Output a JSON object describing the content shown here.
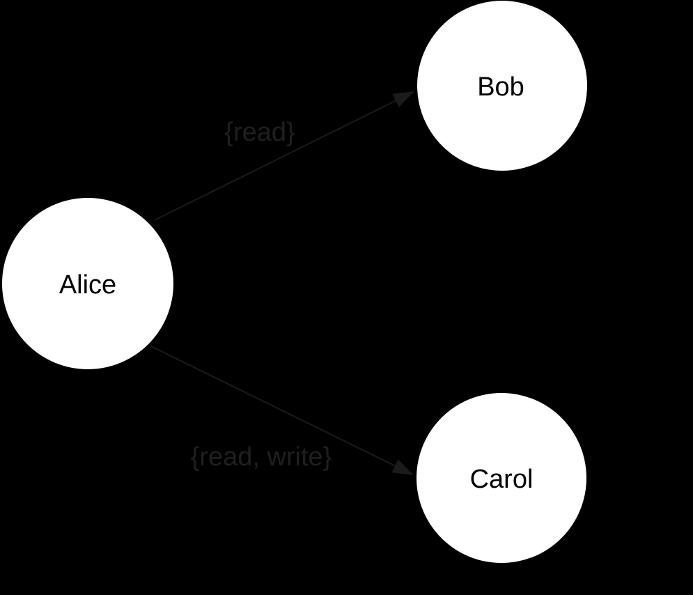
{
  "diagram": {
    "type": "directed-graph",
    "background_color": "#000000",
    "node_fill_color": "#ffffff",
    "node_text_color": "#000000",
    "edge_color": "#1b1b1b",
    "edge_label_color": "#1f1f1f",
    "nodes": [
      {
        "id": "alice",
        "label": "Alice"
      },
      {
        "id": "bob",
        "label": "Bob"
      },
      {
        "id": "carol",
        "label": "Carol"
      }
    ],
    "edges": [
      {
        "from": "Alice",
        "to": "Bob",
        "label": "{read}"
      },
      {
        "from": "Alice",
        "to": "Carol",
        "label": "{read, write}"
      }
    ]
  }
}
